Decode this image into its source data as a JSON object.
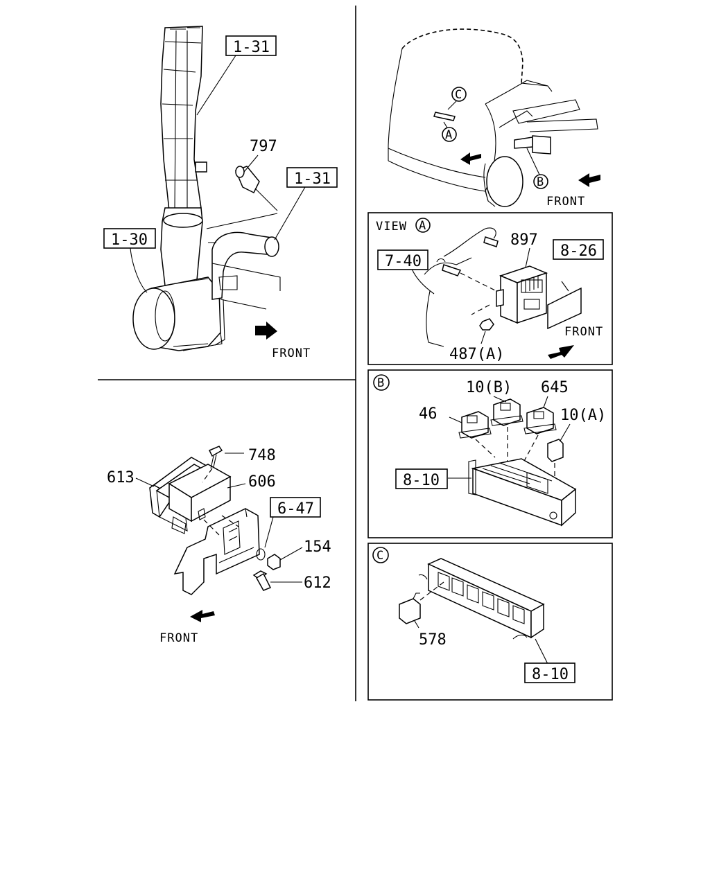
{
  "callouts": {
    "ref_1_31_a": "1-31",
    "ref_1_31_b": "1-31",
    "ref_1_30": "1-30",
    "part_797": "797",
    "front_intake": "FRONT",
    "front_truck": "FRONT",
    "circle_a": "A",
    "circle_b": "B",
    "circle_c": "C",
    "part_748": "748",
    "part_613": "613",
    "part_606": "606",
    "ref_6_47": "6-47",
    "part_154": "154",
    "part_612": "612",
    "front_ecu": "FRONT"
  },
  "view_a": {
    "title": "VIEW",
    "circle": "A",
    "part_897": "897",
    "ref_7_40": "7-40",
    "ref_8_26": "8-26",
    "front": "FRONT",
    "part_487a": "487(A)"
  },
  "view_b": {
    "circle": "B",
    "part_10b": "10(B)",
    "part_645": "645",
    "part_46": "46",
    "part_10a": "10(A)",
    "ref_8_10": "8-10"
  },
  "view_c": {
    "circle": "C",
    "part_578": "578",
    "ref_8_10": "8-10"
  }
}
